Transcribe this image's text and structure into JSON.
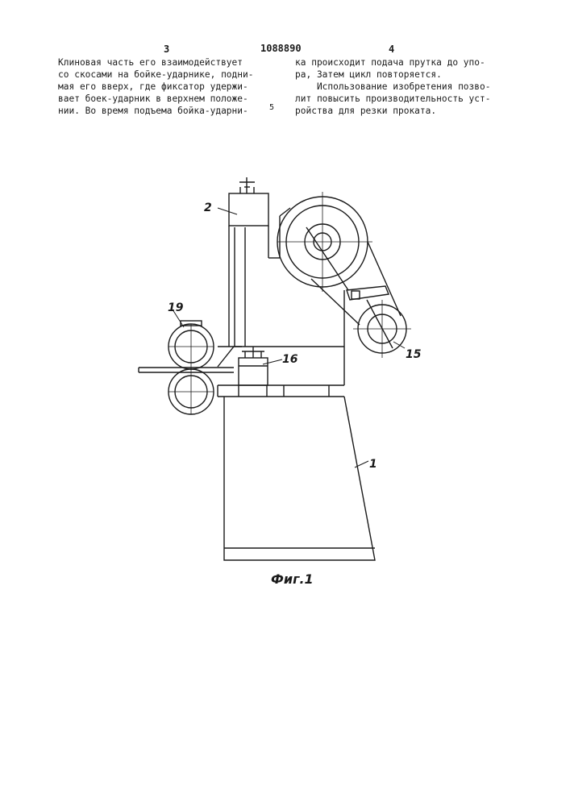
{
  "header": {
    "left_page": "3",
    "patent_number": "1088890",
    "right_page": "4"
  },
  "left_column": [
    "Клиновая часть его взаимодействует",
    "со скосами на бойке-ударнике, подни-",
    "мая его вверх, где фиксатор удержи-",
    "вает боек-ударник в верхнем положе-",
    "нии. Во время подъема бойка-ударни-"
  ],
  "line_number": "5",
  "right_column": [
    "ка происходит подача прутка до упо-",
    "ра, Затем цикл повторяется.",
    "    Использование изобретения позво-",
    "лит повысить производительность уст-",
    "ройства для резки проката."
  ],
  "figure": {
    "labels": {
      "l2": "2",
      "l19": "19",
      "l16": "16",
      "l15": "15",
      "l1": "1"
    },
    "caption": "Фиг.1"
  }
}
